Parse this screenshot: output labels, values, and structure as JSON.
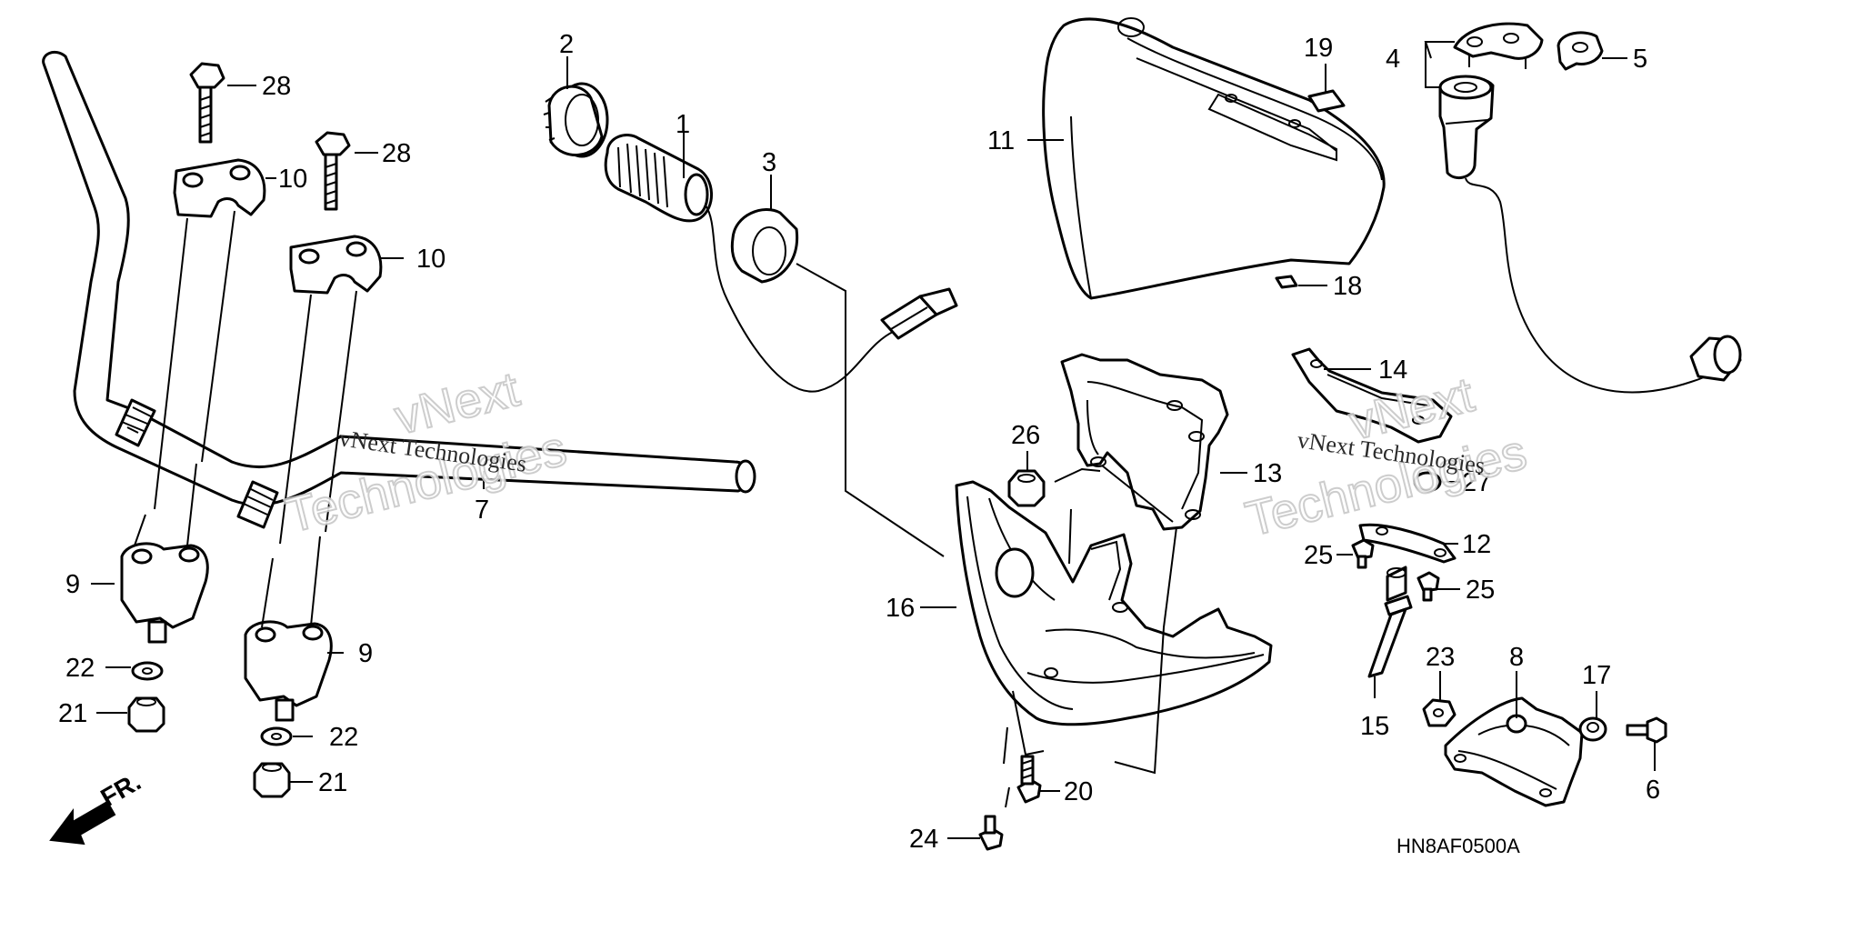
{
  "diagram": {
    "code": "HN8AF0500A",
    "front_label": "FR.",
    "watermark": {
      "line1": "vNext Technologies",
      "line2a": "vNext",
      "line2b": "Technologies"
    },
    "callouts": [
      {
        "id": "c28a",
        "text": "28"
      },
      {
        "id": "c28b",
        "text": "28"
      },
      {
        "id": "c10a",
        "text": "10"
      },
      {
        "id": "c10b",
        "text": "10"
      },
      {
        "id": "c2",
        "text": "2"
      },
      {
        "id": "c1",
        "text": "1"
      },
      {
        "id": "c3",
        "text": "3"
      },
      {
        "id": "c7",
        "text": "7"
      },
      {
        "id": "c9a",
        "text": "9"
      },
      {
        "id": "c9b",
        "text": "9"
      },
      {
        "id": "c22a",
        "text": "22"
      },
      {
        "id": "c22b",
        "text": "22"
      },
      {
        "id": "c21a",
        "text": "21"
      },
      {
        "id": "c21b",
        "text": "21"
      },
      {
        "id": "c11",
        "text": "11"
      },
      {
        "id": "c19",
        "text": "19"
      },
      {
        "id": "c18",
        "text": "18"
      },
      {
        "id": "c4",
        "text": "4"
      },
      {
        "id": "c5",
        "text": "5"
      },
      {
        "id": "c14",
        "text": "14"
      },
      {
        "id": "c13",
        "text": "13"
      },
      {
        "id": "c26",
        "text": "26"
      },
      {
        "id": "c27",
        "text": "27"
      },
      {
        "id": "c12",
        "text": "12"
      },
      {
        "id": "c25a",
        "text": "25"
      },
      {
        "id": "c25b",
        "text": "25"
      },
      {
        "id": "c16",
        "text": "16"
      },
      {
        "id": "c15",
        "text": "15"
      },
      {
        "id": "c23",
        "text": "23"
      },
      {
        "id": "c8",
        "text": "8"
      },
      {
        "id": "c17",
        "text": "17"
      },
      {
        "id": "c6",
        "text": "6"
      },
      {
        "id": "c20",
        "text": "20"
      },
      {
        "id": "c24",
        "text": "24"
      }
    ]
  }
}
